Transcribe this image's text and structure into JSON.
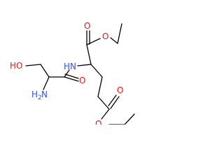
{
  "atom_labels": {
    "carbonyl_o1": "O",
    "ester_o1": "O",
    "amide_nh": "N",
    "amide_nh_h": "H",
    "amide_o": "O",
    "hydroxyl": "HO",
    "amine_h2n": "H",
    "amine_h2n_sub": "2",
    "amine_n": "N",
    "carbonyl_o2": "O",
    "ester_o2": "O"
  },
  "colors": {
    "oxygen": "#ff0d0d",
    "nitrogen": "#3050f8",
    "bond": "#000000"
  }
}
